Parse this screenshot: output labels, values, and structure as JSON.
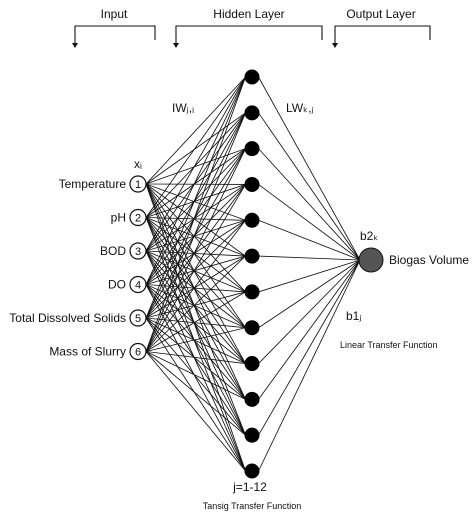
{
  "sections": {
    "input": "Input",
    "hidden": "Hidden Layer",
    "output": "Output Layer"
  },
  "inputs": [
    {
      "label": "Temperature",
      "index": "1"
    },
    {
      "label": "pH",
      "index": "2"
    },
    {
      "label": "BOD",
      "index": "3"
    },
    {
      "label": "DO",
      "index": "4"
    },
    {
      "label": "Total Dissolved Solids",
      "index": "5"
    },
    {
      "label": "Mass of Slurry",
      "index": "6"
    }
  ],
  "labels": {
    "xi": "xᵢ",
    "iw": "IWⱼ,ᵢ",
    "lw": "LWₖ,ⱼ",
    "b2": "b2ₖ",
    "b1": "b1ⱼ",
    "hidden_index": "j=1-12",
    "hidden_tf": "Tansig Transfer Function",
    "output_tf": "Linear Transfer Function",
    "output_name": "Biogas Volume"
  },
  "hidden_neurons": 12,
  "colors": {
    "hidden_fill": "#000000",
    "output_fill": "#555555",
    "ink": "#111111"
  }
}
